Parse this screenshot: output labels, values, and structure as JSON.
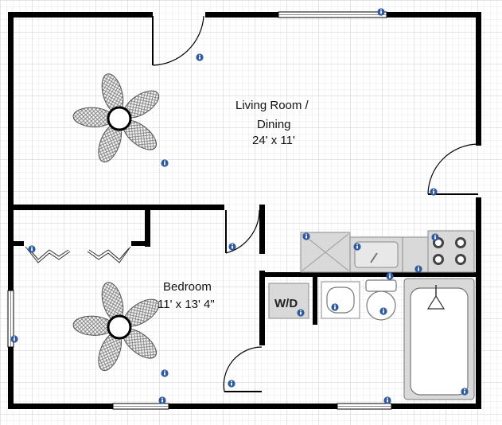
{
  "rooms": {
    "living": {
      "name_line1": "Living Room /",
      "name_line2": "Dining",
      "dimensions": "24' x 11'"
    },
    "bedroom": {
      "name": "Bedroom",
      "dimensions": "11' x 13' 4\""
    }
  },
  "appliances": {
    "washer_dryer": "W/D"
  },
  "colors": {
    "wall": "#000000",
    "grid_minor": "#e2e2e2",
    "grid_major": "#c8c8c8",
    "fixture_fill": "#d9d9d9",
    "fixture_stroke": "#8a8a8a",
    "info_marker": "#2f5aa0",
    "fan_blade": "#9a9a9a"
  },
  "icons": [
    "ceiling-fan-icon",
    "info-marker-icon",
    "sink-icon",
    "toilet-icon",
    "bathtub-icon",
    "stove-icon"
  ]
}
